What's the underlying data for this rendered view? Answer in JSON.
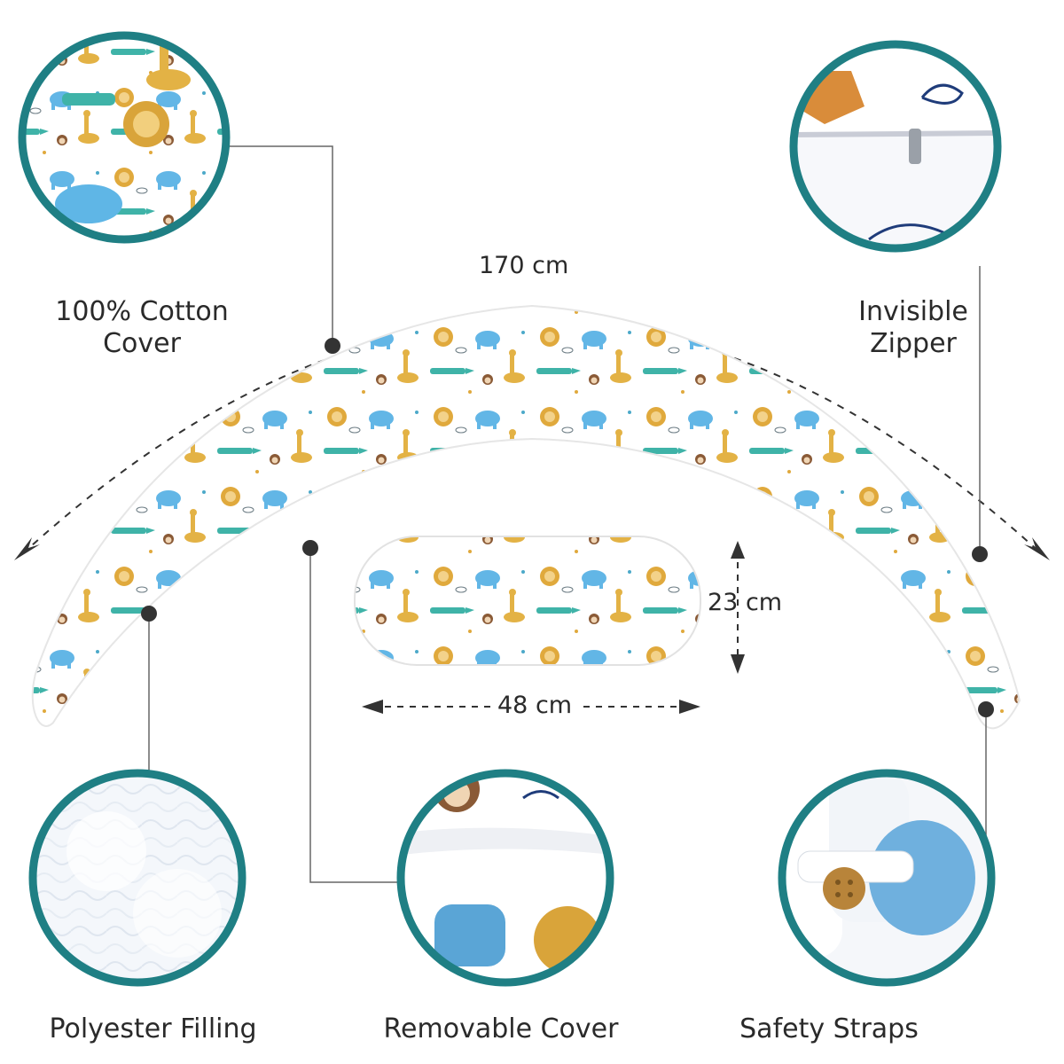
{
  "features": {
    "cotton_cover": {
      "line1": "100% Cotton",
      "line2": "Cover",
      "icon": "fabric-pattern-closeup"
    },
    "invisible_zipper": {
      "line1": "Invisible",
      "line2": "Zipper",
      "icon": "zipper-closeup"
    },
    "polyester_filling": {
      "label": "Polyester Filling",
      "icon": "filling-closeup"
    },
    "removable_cover": {
      "label": "Removable Cover",
      "icon": "cover-opening-closeup"
    },
    "safety_straps": {
      "label": "Safety Straps",
      "icon": "button-strap-closeup"
    }
  },
  "dimensions": {
    "pillow_length": "170 cm",
    "cushion_height": "23 cm",
    "cushion_width": "48 cm"
  },
  "colors": {
    "ring": "#1f7f84",
    "line": "#555555",
    "dot": "#3a3a3a",
    "teal_animal": "#3fb3a8",
    "blue_animal": "#5fb6e6",
    "mustard_animal": "#d6a23a",
    "fabric": "#ffffff"
  }
}
